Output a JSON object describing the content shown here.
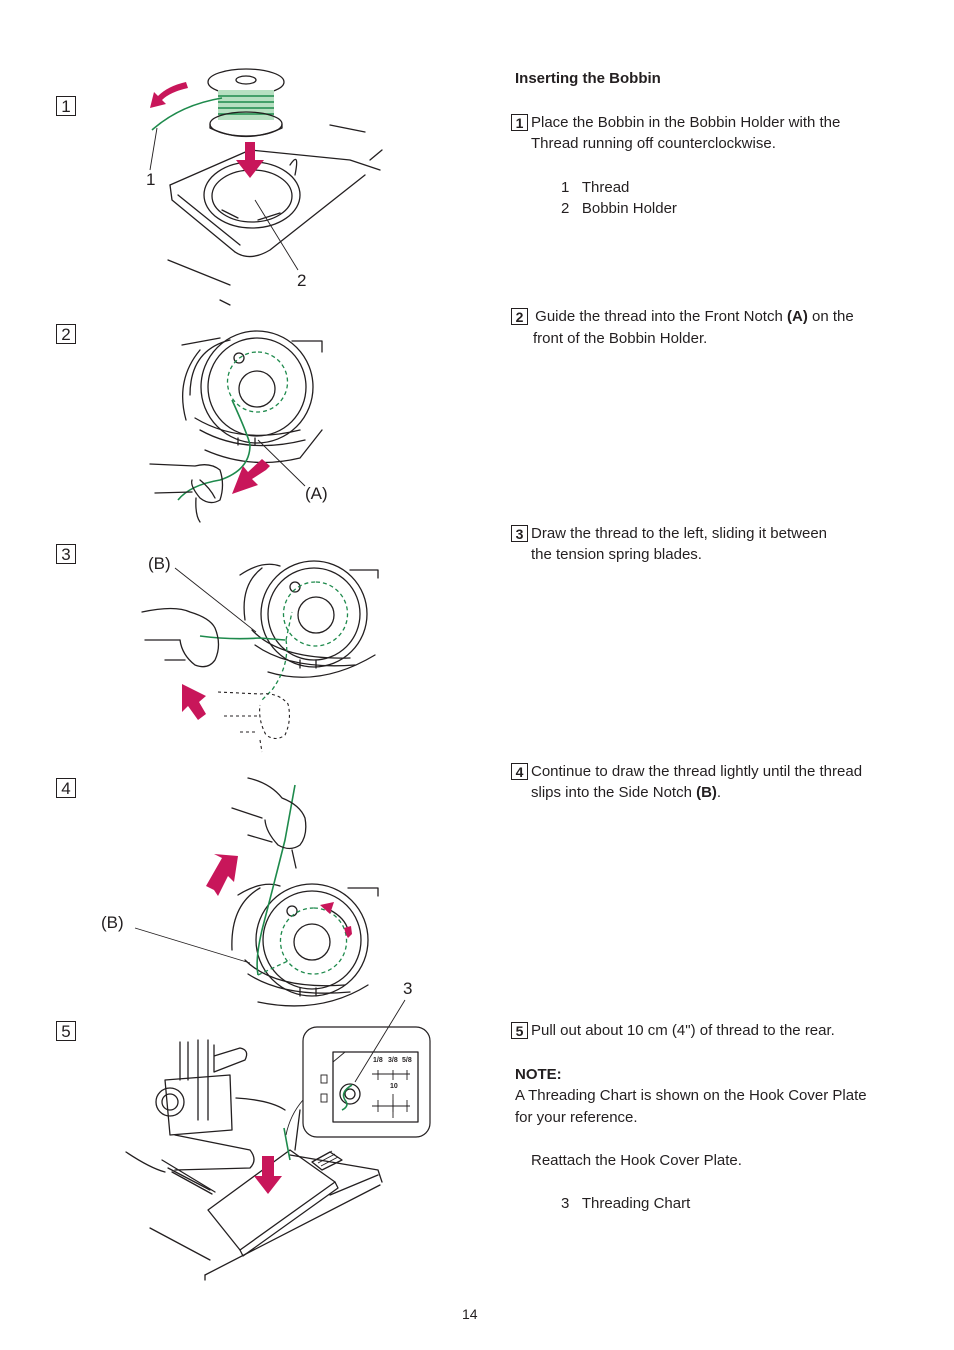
{
  "title": "Inserting the Bobbin",
  "steps": [
    {
      "num": "1",
      "line1": "Place the Bobbin in the Bobbin Holder with the",
      "line2": "Thread running off counterclockwise."
    },
    {
      "num": "2",
      "line1_a": "Guide the thread into the Front Notch ",
      "line1_b": "(A)",
      "line1_c": " on the",
      "line2": "front of the Bobbin Holder."
    },
    {
      "num": "3",
      "line1": "Draw the thread to the left, sliding it between",
      "line2": "the tension spring blades."
    },
    {
      "num": "4",
      "line1": "Continue to draw the thread lightly until the thread",
      "line2_a": "slips into the Side Notch ",
      "line2_b": "(B)",
      "line2_c": "."
    },
    {
      "num": "5",
      "line1": "Pull out about 10 cm (4\") of thread to the rear."
    }
  ],
  "legend1": [
    {
      "num": "1",
      "label": "Thread"
    },
    {
      "num": "2",
      "label": "Bobbin Holder"
    }
  ],
  "note_label": "NOTE:",
  "note_line1": "A Threading Chart is shown on the Hook Cover Plate",
  "note_line2": "for your reference.",
  "reattach": "Reattach the Hook Cover Plate.",
  "legend5": {
    "num": "3",
    "label": "Threading Chart"
  },
  "figure_labels": {
    "fig1_callout1": "1",
    "fig1_callout2": "2",
    "fig2_callout_a": "(A)",
    "fig3_callout_b": "(B)",
    "fig4_callout_b": "(B)",
    "fig5_callout3": "3",
    "chart_ticks": [
      "1/8",
      "3/8",
      "5/8"
    ],
    "chart_mark": "10"
  },
  "page_number": "14",
  "colors": {
    "arrow": "#c8165a",
    "thread": "#1e8a4c",
    "text": "#231f20"
  }
}
